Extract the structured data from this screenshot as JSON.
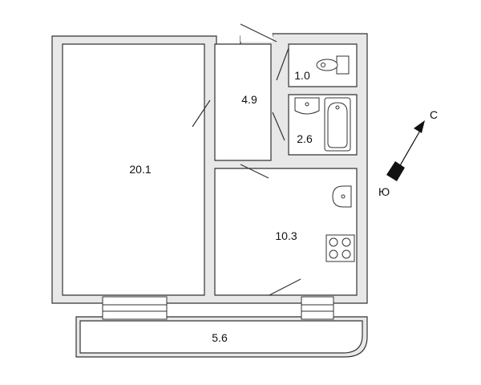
{
  "rooms": {
    "living_area": "20.1",
    "hall_area": "4.9",
    "toilet_area": "1.0",
    "bath_area": "2.6",
    "kitchen_area": "10.3",
    "balcony_area": "5.6"
  },
  "compass": {
    "north_label": "С",
    "south_label": "Ю"
  },
  "colors": {
    "wall_fill": "#e8e8e8",
    "wall_stroke": "#333333",
    "fixture_stroke": "#333333"
  },
  "icons": [
    "toilet-icon",
    "sink-icon",
    "bathtub-icon",
    "stove-icon",
    "compass-arrow-icon"
  ]
}
